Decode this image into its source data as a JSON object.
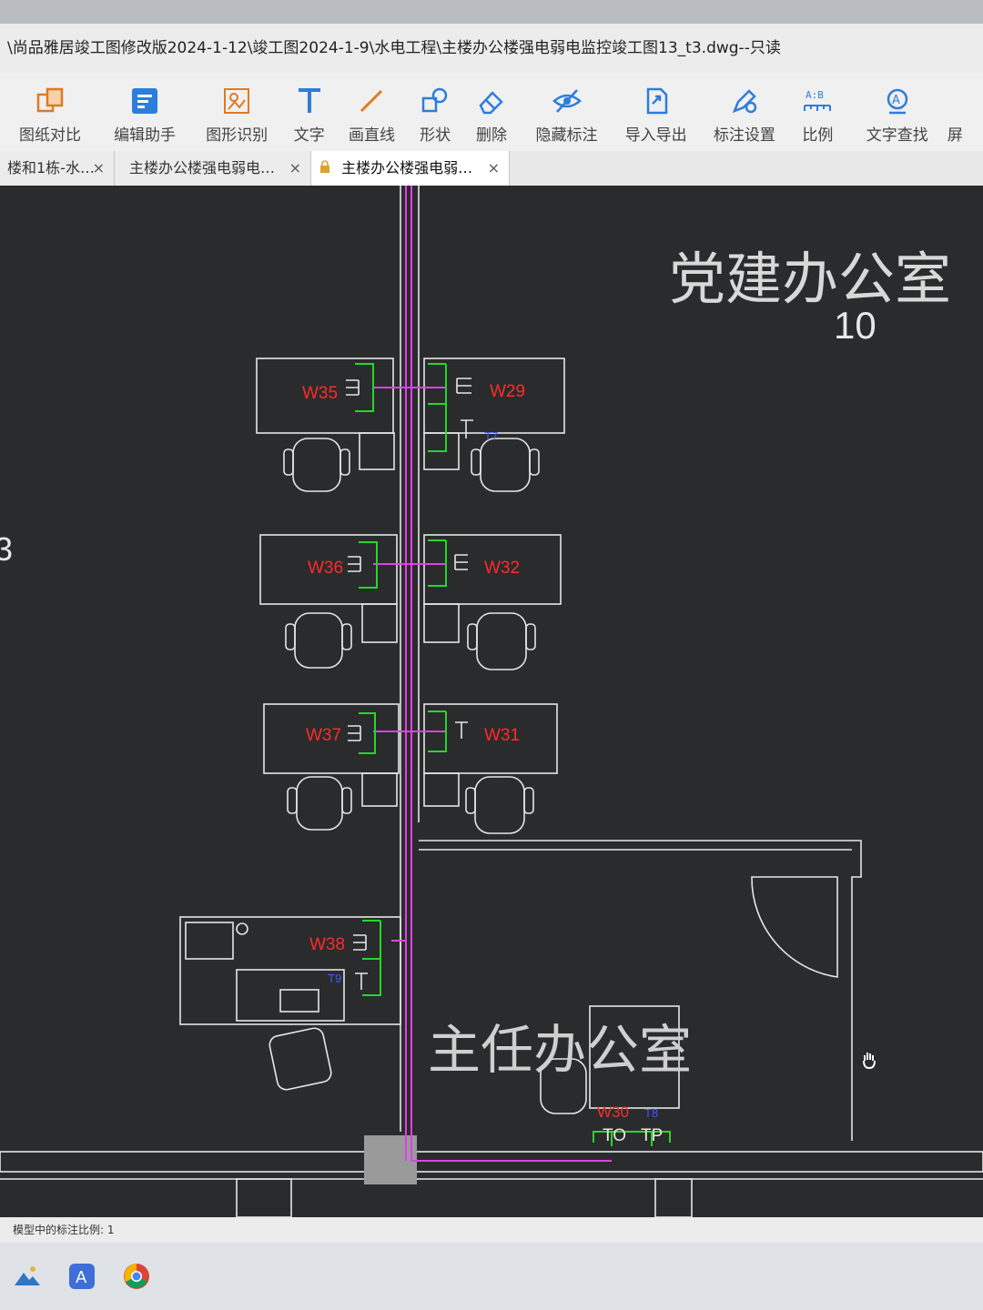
{
  "window": {
    "title": "\\尚品雅居竣工图修改版2024-1-12\\竣工图2024-1-9\\水电工程\\主楼办公楼强电弱电监控竣工图13_t3.dwg--只读"
  },
  "toolbar": {
    "items": [
      {
        "label": "图纸对比",
        "icon": "compare-icon"
      },
      {
        "label": "编辑助手",
        "icon": "edit-assistant-icon"
      },
      {
        "label": "图形识别",
        "icon": "shape-recognition-icon"
      },
      {
        "label": "文字",
        "icon": "text-icon"
      },
      {
        "label": "画直线",
        "icon": "draw-line-icon"
      },
      {
        "label": "形状",
        "icon": "shape-icon"
      },
      {
        "label": "删除",
        "icon": "eraser-icon"
      },
      {
        "label": "隐藏标注",
        "icon": "hide-annotation-icon"
      },
      {
        "label": "导入导出",
        "icon": "import-export-icon"
      },
      {
        "label": "标注设置",
        "icon": "annotation-settings-icon"
      },
      {
        "label": "比例",
        "icon": "scale-icon"
      },
      {
        "label": "文字查找",
        "icon": "text-search-icon"
      },
      {
        "label": "屏",
        "icon": "screen-icon"
      }
    ]
  },
  "tabs": [
    {
      "label": "楼和1栋-水…",
      "close": "×",
      "active": false
    },
    {
      "label": "主楼办公楼强电弱电…",
      "close": "×",
      "active": false
    },
    {
      "label": "主楼办公楼强电弱…",
      "close": "×",
      "active": true
    }
  ],
  "drawing": {
    "room_top": {
      "name": "党建办公室",
      "number": "10"
    },
    "room_bottom": {
      "name": "主任办公室"
    },
    "edge_label": "3",
    "desk_labels": {
      "w35": "W35",
      "w29": "W29",
      "w36": "W36",
      "w32": "W32",
      "w37": "W37",
      "w31": "W31",
      "w38": "W38",
      "w30": "W30"
    },
    "blue_tags": {
      "t_w29": "T7",
      "t_w38": "T9",
      "t_w30": "T8"
    },
    "outlet_labels": {
      "to": "TO",
      "tp": "TP"
    },
    "colors": {
      "background": "#2a2b2c",
      "linework": "#e6e6e6",
      "desk_label": "#ff2a2a",
      "outlet": "#27d62a",
      "conduit": "#e040e8",
      "blue_tag": "#3b5bff"
    }
  },
  "status": {
    "text": "模型中的标注比例: 1"
  },
  "taskbar": {
    "icons": [
      "photos-icon",
      "app-a-icon",
      "chrome-icon"
    ]
  }
}
